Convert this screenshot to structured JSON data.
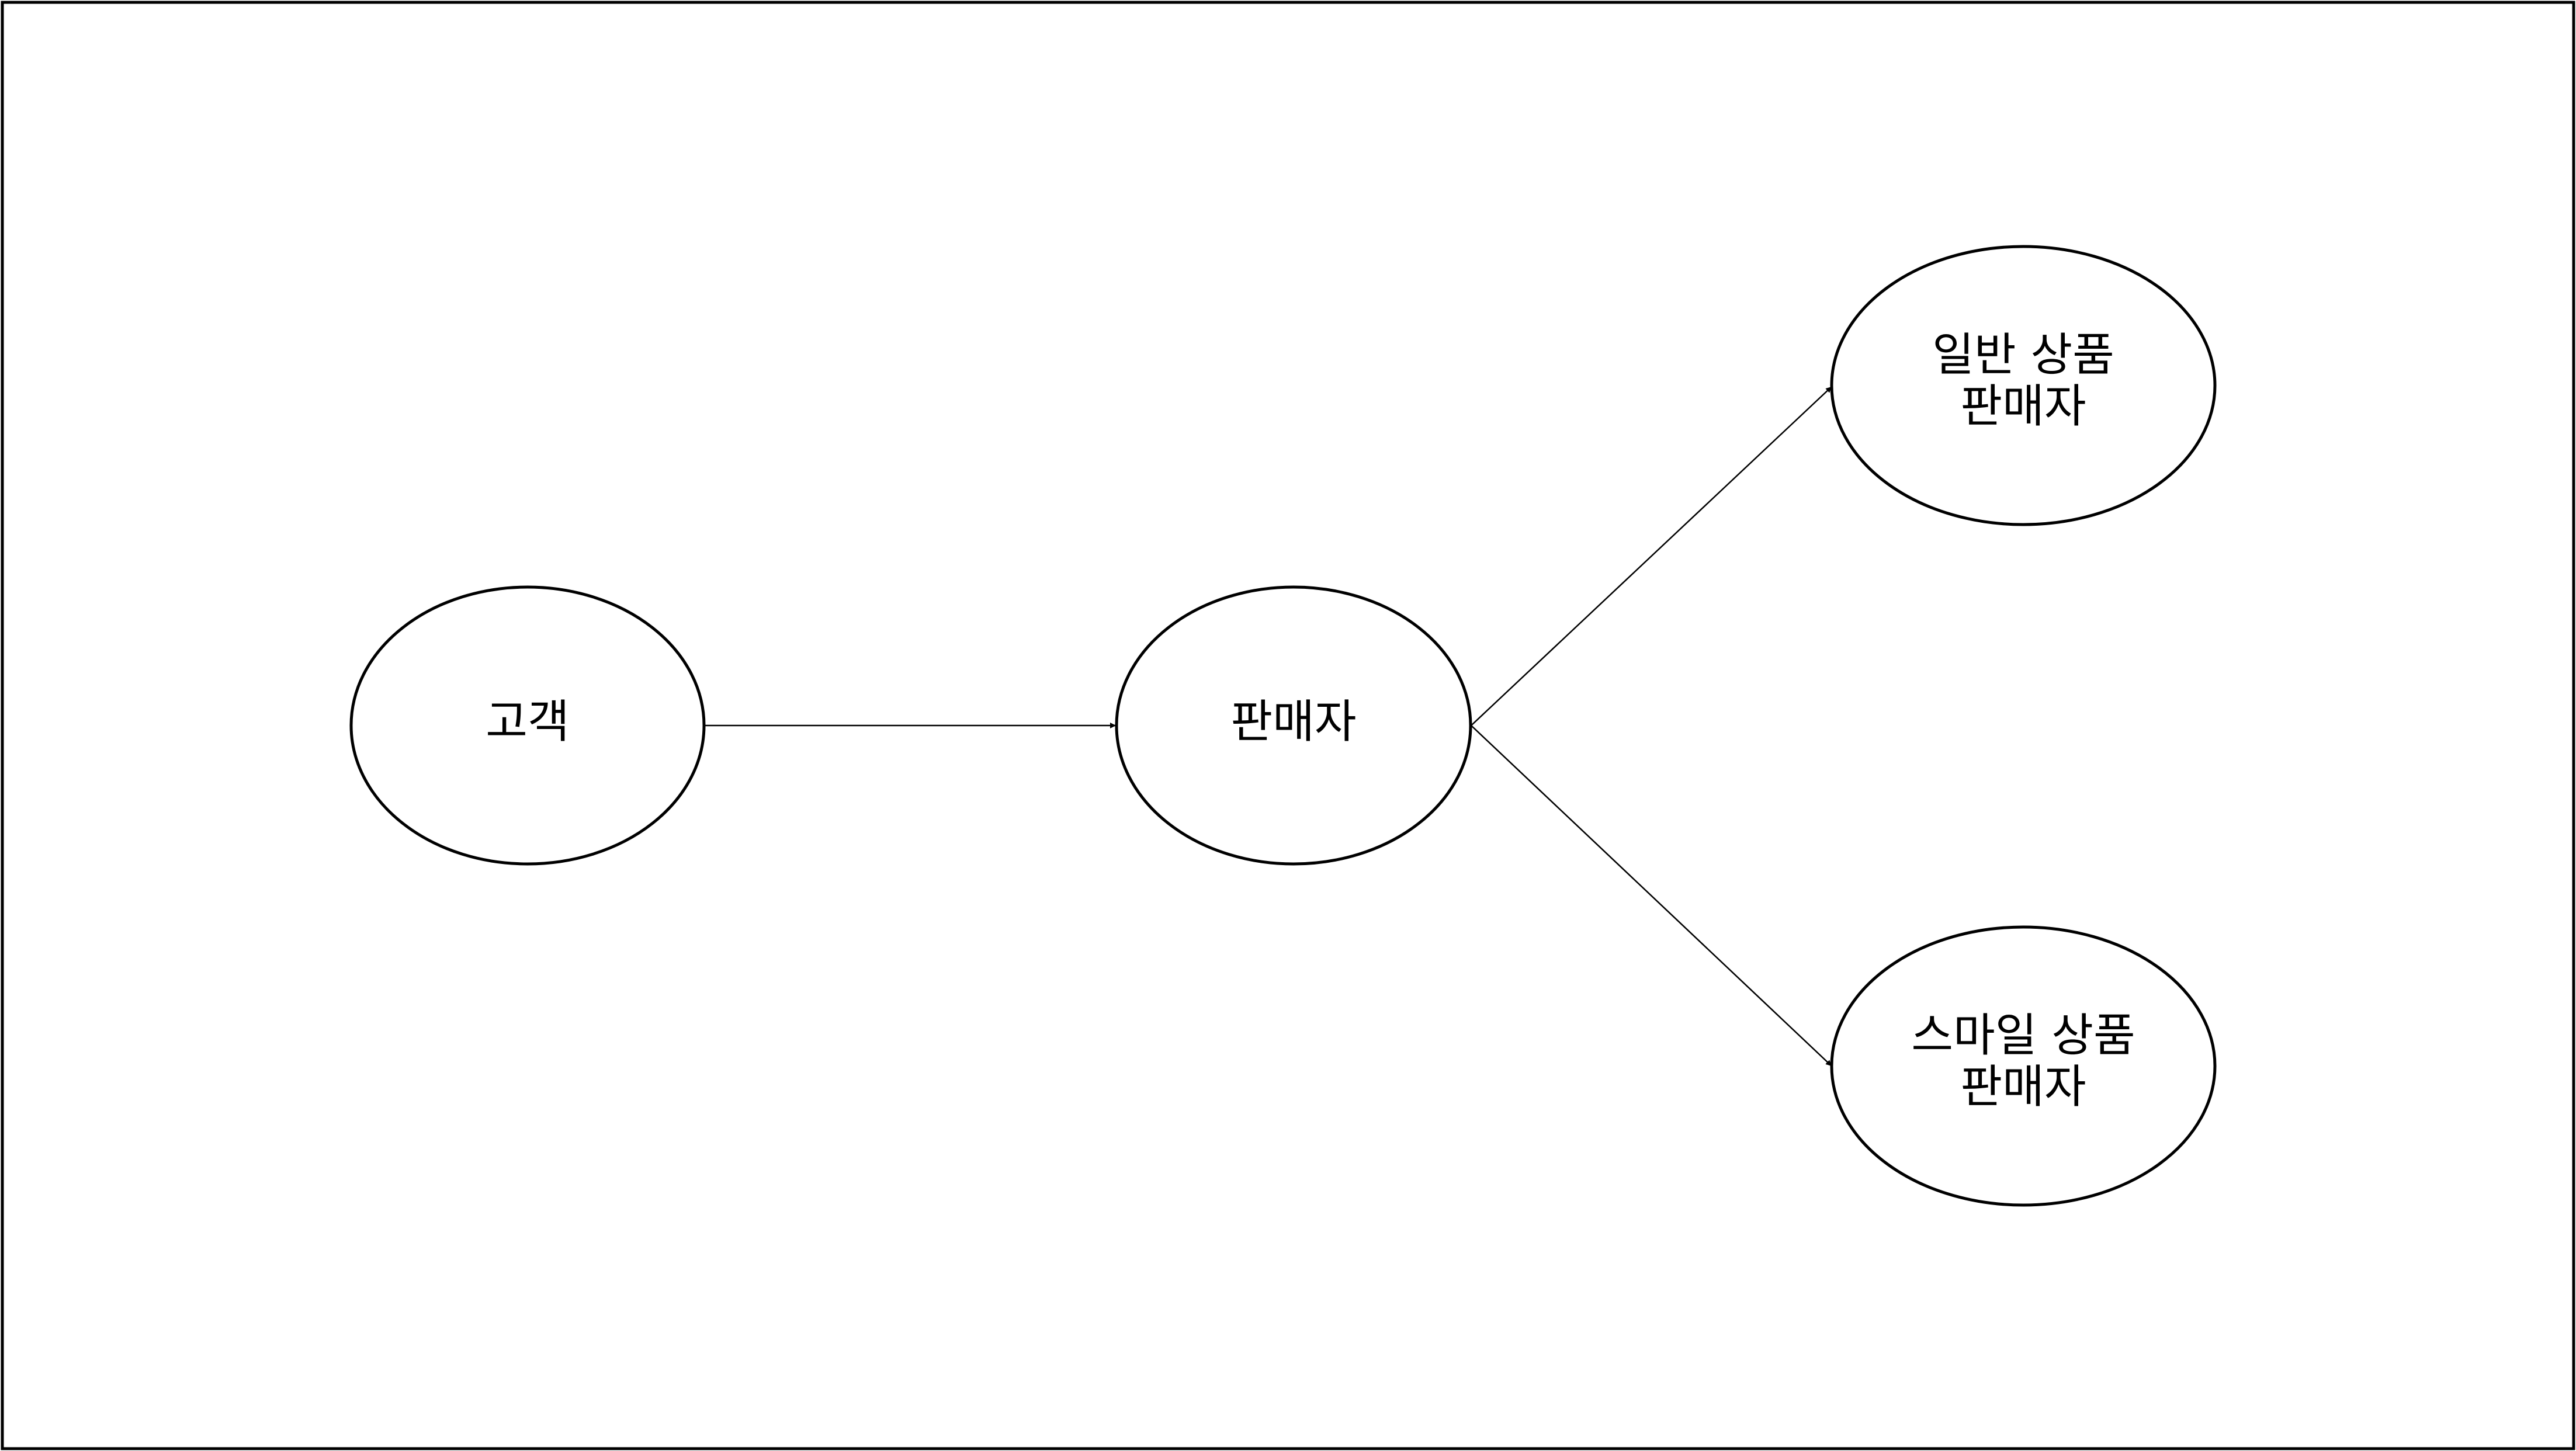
{
  "diagram": {
    "nodes": [
      {
        "id": "customer",
        "lines": [
          "고객"
        ]
      },
      {
        "id": "seller",
        "lines": [
          "판매자"
        ]
      },
      {
        "id": "general-product-seller",
        "lines": [
          "일반 상품",
          "판매자"
        ]
      },
      {
        "id": "smile-product-seller",
        "lines": [
          "스마일 상품",
          "판매자"
        ]
      }
    ],
    "edges": [
      {
        "from": "customer",
        "to": "seller"
      },
      {
        "from": "seller",
        "to": "general-product-seller"
      },
      {
        "from": "seller",
        "to": "smile-product-seller"
      }
    ]
  }
}
